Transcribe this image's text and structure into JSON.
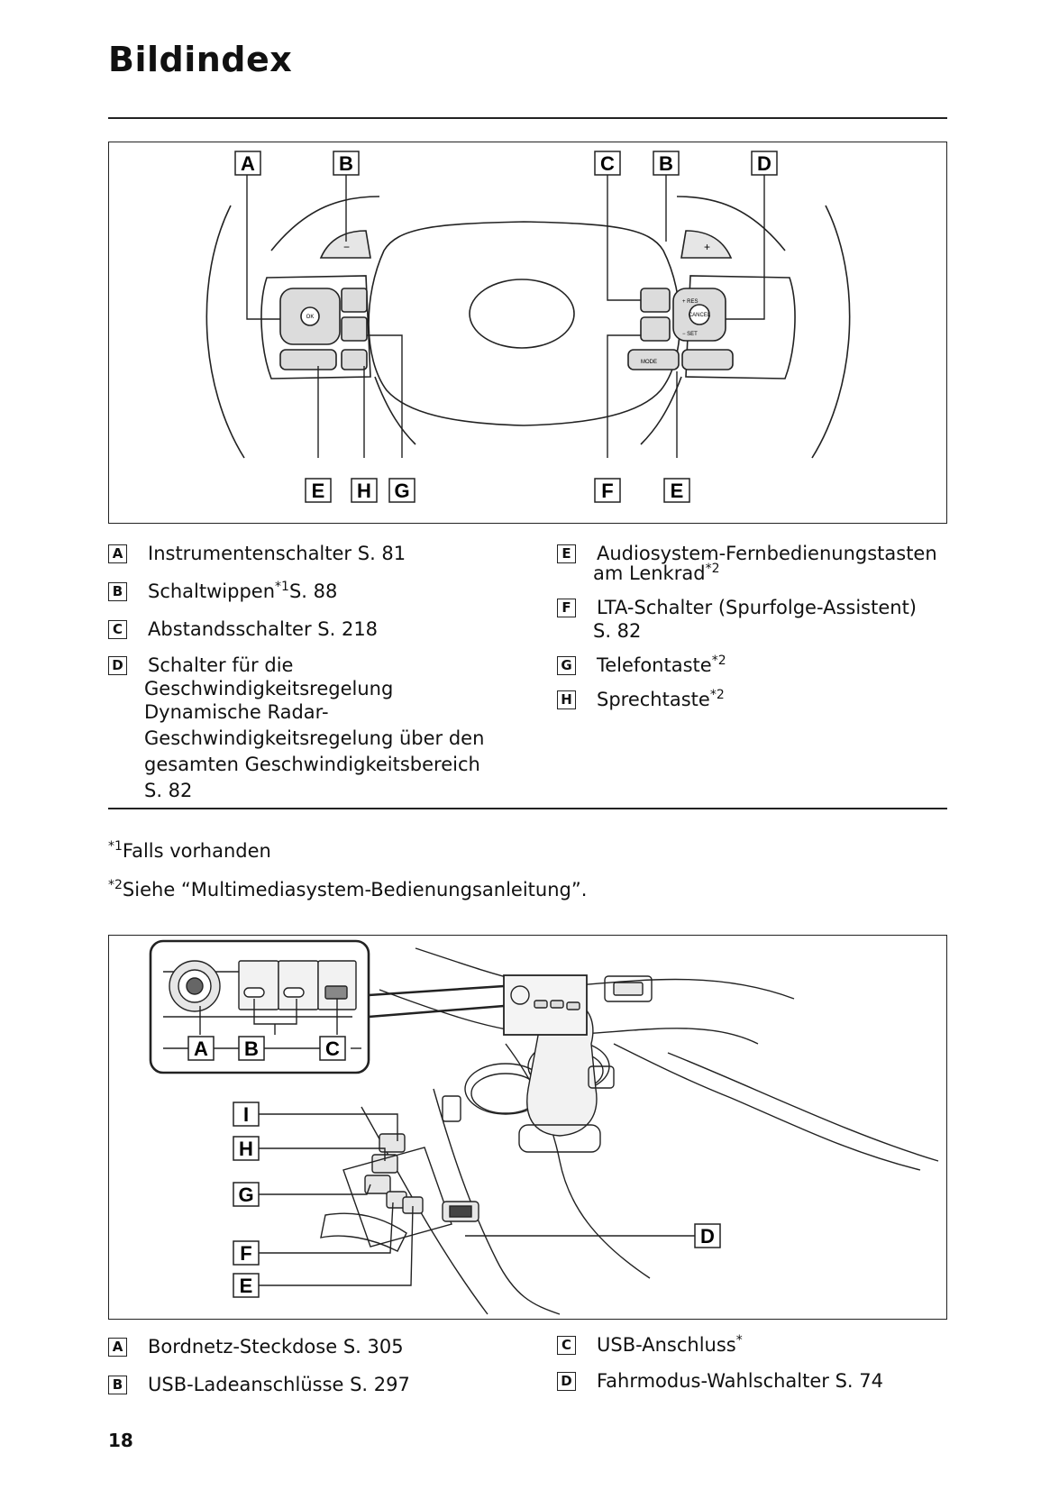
{
  "page": {
    "title": "Bildindex",
    "page_number": "18"
  },
  "figure1": {
    "callouts_top": [
      "A",
      "B",
      "C",
      "B",
      "D"
    ],
    "callouts_bottom": [
      "E",
      "H",
      "G",
      "F",
      "E"
    ],
    "button_labels": {
      "ok": "OK",
      "res": "+ RES",
      "set": "− SET",
      "cancel": "CANCEL",
      "mode": "MODE",
      "minus": "−",
      "plus": "+"
    }
  },
  "legend1": {
    "left": [
      {
        "letter": "A",
        "lines": [
          "Instrumentenschalter S. 81"
        ]
      },
      {
        "letter": "B",
        "text_before": "Schaltwippen",
        "sup": "*1",
        "text_after": "S. 88"
      },
      {
        "letter": "C",
        "lines": [
          "Abstandsschalter S. 218"
        ]
      },
      {
        "letter": "D",
        "lines": [
          "Schalter für die",
          "Geschwindigkeitsregelung",
          "Dynamische Radar-",
          "Geschwindigkeitsregelung über den",
          "gesamten Geschwindigkeitsbereich",
          "S. 82"
        ]
      }
    ],
    "right": [
      {
        "letter": "E",
        "line1": "Audiosystem-Fernbedienungstasten",
        "line2": "am Lenkrad",
        "sup": "*2"
      },
      {
        "letter": "F",
        "lines": [
          "LTA-Schalter (Spurfolge-Assistent)",
          "S. 82"
        ]
      },
      {
        "letter": "G",
        "text": "Telefontaste",
        "sup": "*2"
      },
      {
        "letter": "H",
        "text": "Sprechtaste",
        "sup": "*2"
      }
    ]
  },
  "footnotes": [
    {
      "mark": "*1",
      "text": "Falls vorhanden"
    },
    {
      "mark": "*2",
      "text": "Siehe “Multimediasystem-Bedienungsanleitung”."
    }
  ],
  "figure2": {
    "inset_callouts": [
      "A",
      "B",
      "C"
    ],
    "side_callouts": [
      "I",
      "H",
      "G",
      "F",
      "E"
    ],
    "right_callout": "D"
  },
  "legend2": {
    "left": [
      {
        "letter": "A",
        "text": "Bordnetz-Steckdose S. 305"
      },
      {
        "letter": "B",
        "text": "USB-Ladeanschlüsse S. 297"
      }
    ],
    "right": [
      {
        "letter": "C",
        "text": "USB-Anschluss",
        "sup": "*"
      },
      {
        "letter": "D",
        "text": "Fahrmodus-Wahlschalter S. 74"
      }
    ]
  }
}
